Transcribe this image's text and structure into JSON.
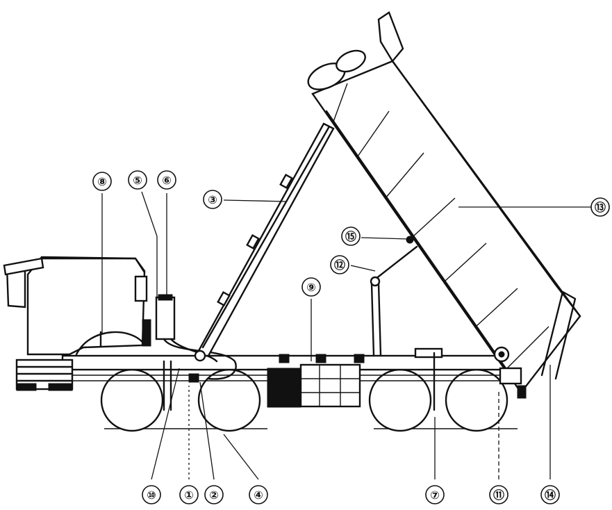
{
  "callouts": [
    {
      "id": "c1",
      "label": "①"
    },
    {
      "id": "c2",
      "label": "②"
    },
    {
      "id": "c3",
      "label": "③"
    },
    {
      "id": "c4",
      "label": "④"
    },
    {
      "id": "c5",
      "label": "⑤"
    },
    {
      "id": "c6",
      "label": "⑥"
    },
    {
      "id": "c7",
      "label": "⑦"
    },
    {
      "id": "c8",
      "label": "⑧"
    },
    {
      "id": "c9",
      "label": "⑨"
    },
    {
      "id": "c10",
      "label": "⑩"
    },
    {
      "id": "c11",
      "label": "⑪"
    },
    {
      "id": "c12",
      "label": "⑫"
    },
    {
      "id": "c13",
      "label": "⑬"
    },
    {
      "id": "c14",
      "label": "⑭"
    },
    {
      "id": "c15",
      "label": "⑮"
    }
  ]
}
